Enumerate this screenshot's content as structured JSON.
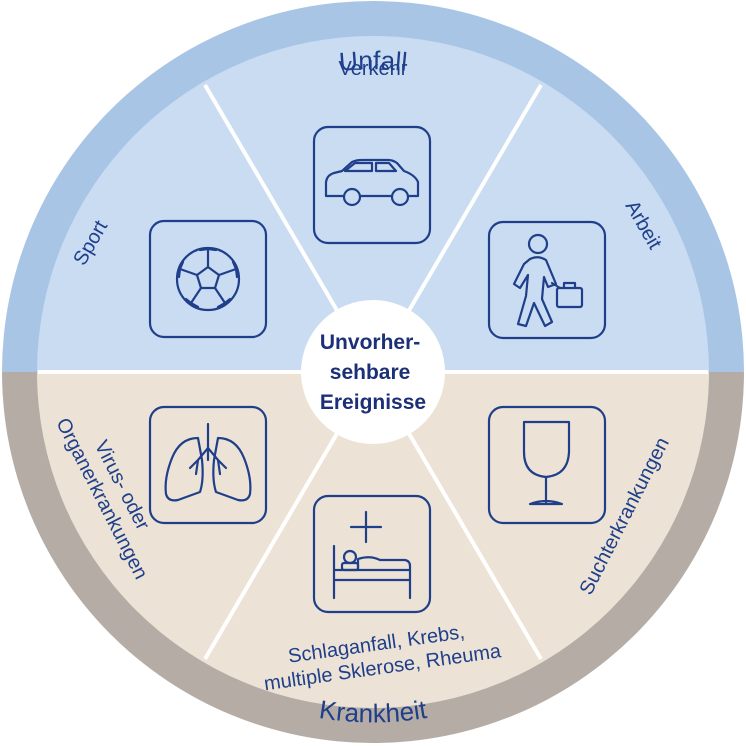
{
  "center": {
    "lines": [
      "Unvorher-",
      "sehbare",
      "Ereignisse"
    ]
  },
  "outer_rings": {
    "top": {
      "title": "Unfall",
      "color": "#a9c5e6"
    },
    "bottom": {
      "title": "Krankheit",
      "color": "#b5ada5"
    }
  },
  "fills": {
    "top": "#c9dcf2",
    "bottom": "#ece3d6"
  },
  "segments": {
    "verkehr": {
      "label": "Verkehr",
      "icon": "car-icon"
    },
    "arbeit": {
      "label": "Arbeit",
      "icon": "walking-person-with-briefcase-icon"
    },
    "sport": {
      "label": "Sport",
      "icon": "soccer-ball-icon"
    },
    "virus": {
      "label_lines": [
        "Virus- oder",
        "Organerkrankungen"
      ],
      "icon": "lungs-icon"
    },
    "schlaganfall": {
      "label_lines": [
        "Schlaganfall, Krebs,",
        "multiple Sklerose, Rheuma"
      ],
      "icon": "hospital-bed-icon"
    },
    "sucht": {
      "label": "Suchterkrankungen",
      "icon": "glass-icon"
    }
  }
}
